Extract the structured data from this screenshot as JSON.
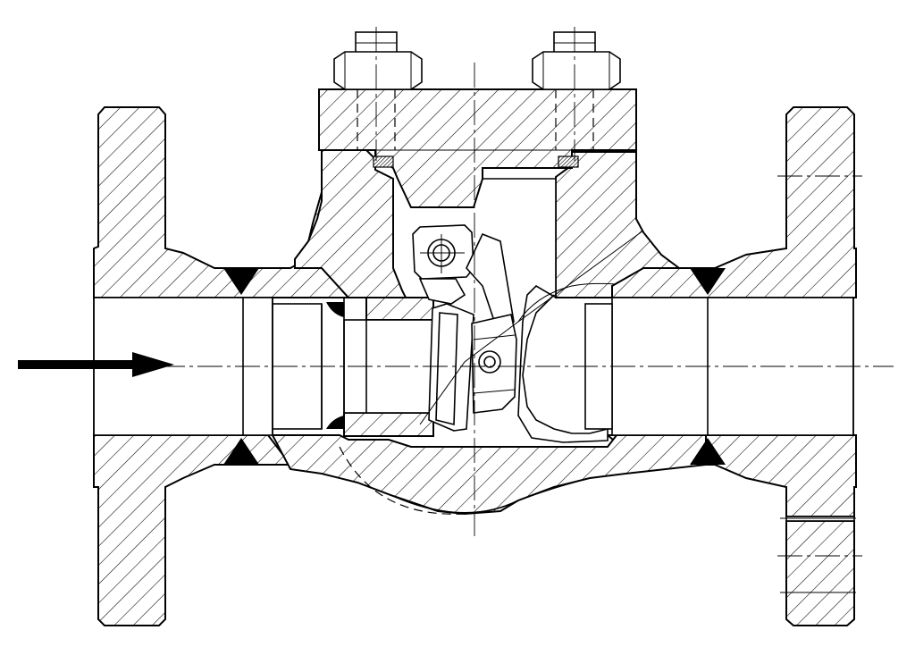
{
  "drawing": {
    "subject": "swing-check-valve-section",
    "flow_direction": "left-to-right",
    "line_color": "#000000",
    "background_color": "#ffffff",
    "components": [
      "left-flange",
      "right-flange",
      "valve-body",
      "bonnet-cover",
      "cover-bolt-left",
      "cover-bolt-right",
      "gasket-left",
      "gasket-right",
      "seat-ring",
      "disc",
      "disc-nut",
      "hinge-arm",
      "hinge-pin",
      "weld-marks",
      "flow-arrow"
    ]
  }
}
